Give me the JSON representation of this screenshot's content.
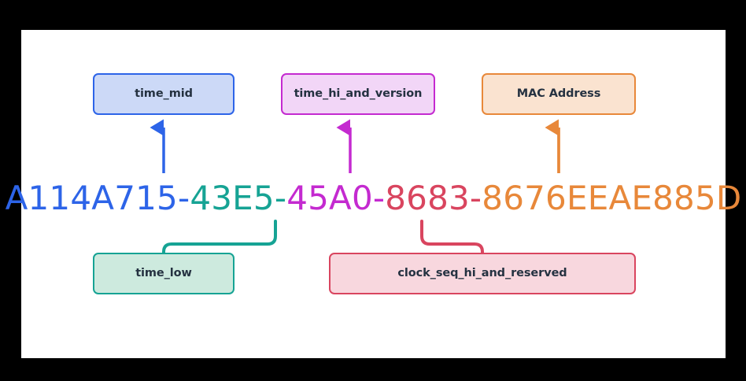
{
  "diagram": {
    "title_text": "",
    "uuid": {
      "full": "A114A715-43E5-45A0-8683-8676EEAE885D",
      "segments": [
        {
          "name": "time_low",
          "text": "A114A715-",
          "color": "#2d64e8"
        },
        {
          "name": "time_mid",
          "text": "43E5-",
          "color": "#16a394"
        },
        {
          "name": "time_hi_and_version",
          "text": "45A0-",
          "color": "#c42ad0"
        },
        {
          "name": "clock_seq_hi_and_reserved",
          "text": "8683-",
          "color": "#d9455f"
        },
        {
          "name": "mac_address",
          "text": "8676EEAE885D",
          "color": "#e8883a"
        }
      ]
    },
    "nodes": {
      "time_mid": {
        "label": "time_mid",
        "fill": "#ccd9f7",
        "border": "#2d64e8"
      },
      "time_hi": {
        "label": "time_hi_and_version",
        "fill": "#f2d6f7",
        "border": "#c42ad0"
      },
      "mac": {
        "label": "MAC Address",
        "fill": "#fae3d0",
        "border": "#e8883a"
      },
      "time_low": {
        "label": "time_low",
        "fill": "#cdeade",
        "border": "#16a394"
      },
      "clock_seq": {
        "label": "clock_seq_hi_and_reserved",
        "fill": "#f8d7de",
        "border": "#d9455f"
      }
    },
    "arrows": [
      {
        "name": "arrow-time-mid",
        "from": "43E5 segment",
        "to": "time_mid box",
        "color": "#2d64e8",
        "shape": "straight-up"
      },
      {
        "name": "arrow-time-hi",
        "from": "45A0 segment",
        "to": "time_hi_and_version box",
        "color": "#c42ad0",
        "shape": "straight-up"
      },
      {
        "name": "arrow-mac",
        "from": "8676EEAE885D segment",
        "to": "MAC Address box",
        "color": "#e8883a",
        "shape": "straight-up"
      },
      {
        "name": "arrow-time-low",
        "from": "A114A715 segment",
        "to": "time_low box",
        "color": "#16a394",
        "shape": "curve-down-left"
      },
      {
        "name": "arrow-clock-seq",
        "from": "8683 segment",
        "to": "clock_seq_hi_and_reserved box",
        "color": "#d9455f",
        "shape": "curve-down-right"
      }
    ]
  }
}
